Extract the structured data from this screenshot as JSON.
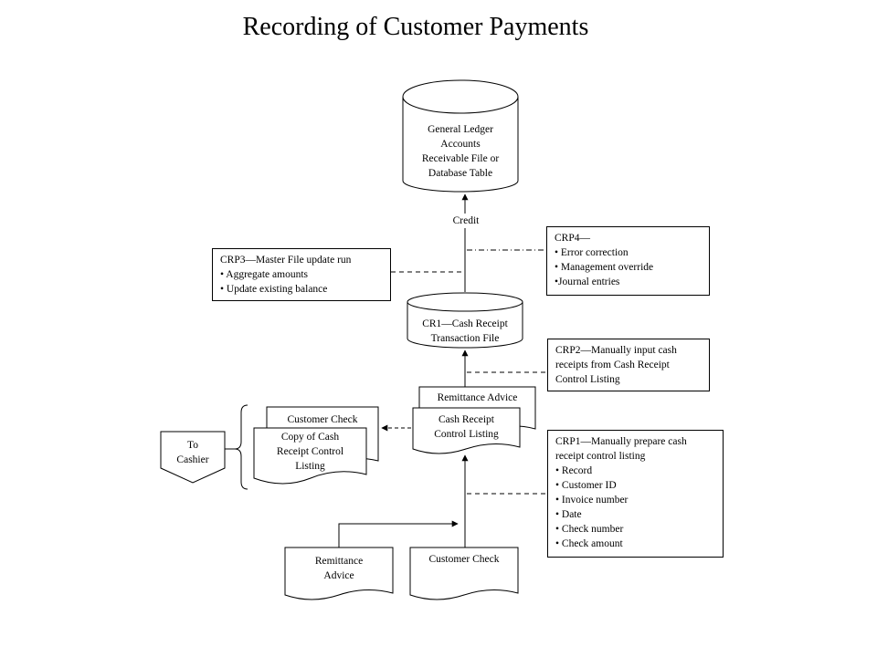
{
  "title": "Recording of Customer Payments",
  "ledger": [
    "General Ledger",
    "Accounts",
    "Receivable File or",
    "Database Table"
  ],
  "credit_label": "Credit",
  "cr1": [
    "CR1—Cash Receipt",
    "Transaction File"
  ],
  "crp4": [
    "CRP4—",
    "• Error correction",
    "• Management override",
    "•Journal entries"
  ],
  "crp3": [
    "CRP3—Master File update run",
    "• Aggregate amounts",
    "• Update existing balance"
  ],
  "crp2": [
    "CRP2—Manually input cash",
    "receipts from Cash Receipt",
    "Control Listing"
  ],
  "crp1": [
    "CRP1—Manually prepare cash",
    "receipt control listing",
    "• Record",
    "• Customer ID",
    "• Invoice number",
    "• Date",
    "• Check number",
    "• Check amount"
  ],
  "remittance_advice_top": "Remittance Advice",
  "cash_receipt_control": [
    "Cash Receipt",
    "Control Listing"
  ],
  "customer_check_top": "Customer Check",
  "copy_listing": [
    "Copy of Cash",
    "Receipt Control",
    "Listing"
  ],
  "to_cashier": [
    "To",
    "Cashier"
  ],
  "remittance_advice_bottom": [
    "Remittance",
    "Advice"
  ],
  "customer_check_bottom": "Customer Check"
}
